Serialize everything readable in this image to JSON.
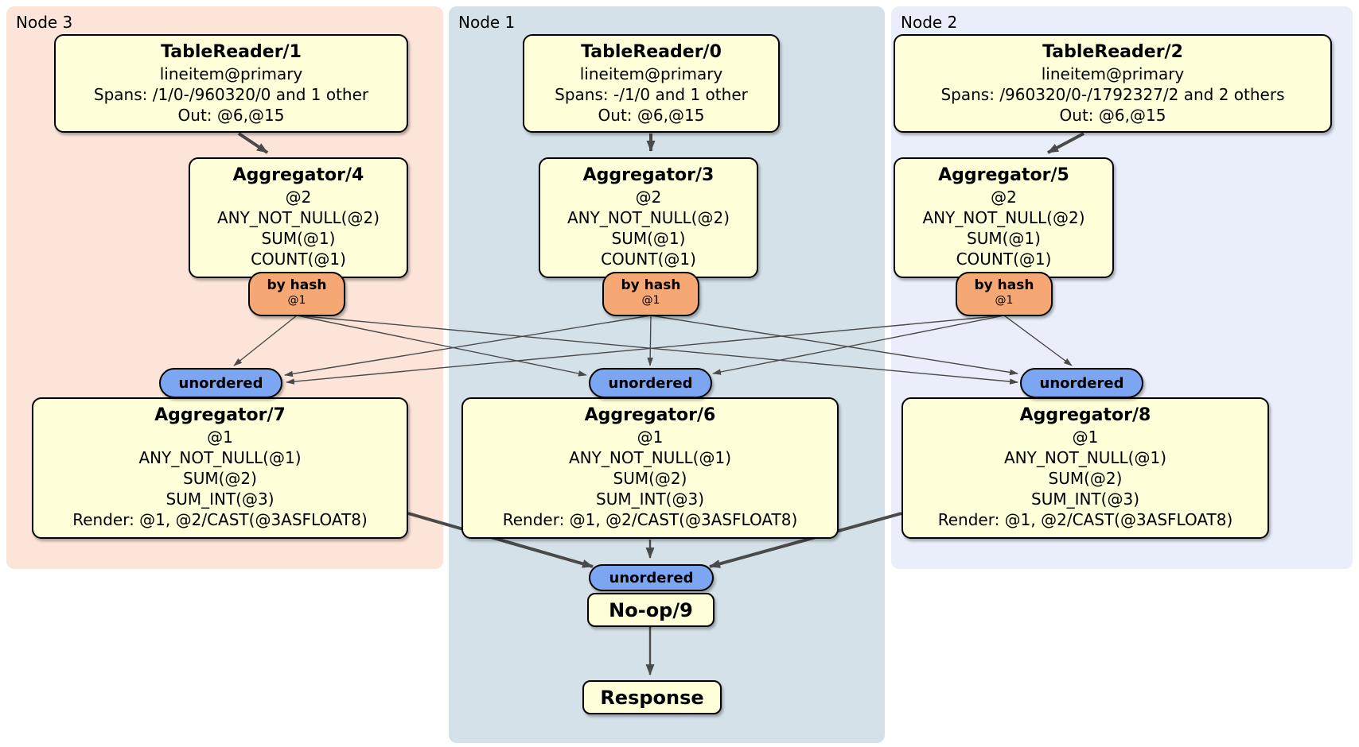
{
  "colors": {
    "page_bg": "#ffffff",
    "node3_bg": "#fce4d8",
    "node1_bg": "#d4e1e9",
    "node2_bg": "#e9eefa",
    "box_fill": "#ffffd9",
    "box_border": "#000000",
    "hash_fill": "#f5a873",
    "stream_fill": "#7da6f2",
    "edge_color": "#4a4a4a",
    "text_color": "#000000"
  },
  "node3": {
    "label": "Node 3",
    "tablereader": {
      "title": "TableReader/1",
      "index": "lineitem@primary",
      "spans": "Spans: /1/0-/960320/0 and 1 other",
      "out": "Out: @6,@15"
    },
    "aggregator_top": {
      "title": "Aggregator/4",
      "group": "@2",
      "lines": [
        "ANY_NOT_NULL(@2)",
        "SUM(@1)",
        "COUNT(@1)"
      ]
    },
    "by_hash": {
      "label": "by hash",
      "detail": "@1"
    },
    "unordered": {
      "label": "unordered"
    },
    "aggregator_bottom": {
      "title": "Aggregator/7",
      "group": "@1",
      "lines": [
        "ANY_NOT_NULL(@1)",
        "SUM(@2)",
        "SUM_INT(@3)"
      ],
      "render": "Render: @1, @2/CAST(@3ASFLOAT8)"
    }
  },
  "node1": {
    "label": "Node 1",
    "tablereader": {
      "title": "TableReader/0",
      "index": "lineitem@primary",
      "spans": "Spans: -/1/0 and 1 other",
      "out": "Out: @6,@15"
    },
    "aggregator_top": {
      "title": "Aggregator/3",
      "group": "@2",
      "lines": [
        "ANY_NOT_NULL(@2)",
        "SUM(@1)",
        "COUNT(@1)"
      ]
    },
    "by_hash": {
      "label": "by hash",
      "detail": "@1"
    },
    "unordered": {
      "label": "unordered"
    },
    "aggregator_bottom": {
      "title": "Aggregator/6",
      "group": "@1",
      "lines": [
        "ANY_NOT_NULL(@1)",
        "SUM(@2)",
        "SUM_INT(@3)"
      ],
      "render": "Render: @1, @2/CAST(@3ASFLOAT8)"
    },
    "final_unordered": {
      "label": "unordered"
    },
    "noop": {
      "title": "No-op/9"
    },
    "response": {
      "title": "Response"
    }
  },
  "node2": {
    "label": "Node 2",
    "tablereader": {
      "title": "TableReader/2",
      "index": "lineitem@primary",
      "spans": "Spans: /960320/0-/1792327/2 and 2 others",
      "out": "Out: @6,@15"
    },
    "aggregator_top": {
      "title": "Aggregator/5",
      "group": "@2",
      "lines": [
        "ANY_NOT_NULL(@2)",
        "SUM(@1)",
        "COUNT(@1)"
      ]
    },
    "by_hash": {
      "label": "by hash",
      "detail": "@1"
    },
    "unordered": {
      "label": "unordered"
    },
    "aggregator_bottom": {
      "title": "Aggregator/8",
      "group": "@1",
      "lines": [
        "ANY_NOT_NULL(@1)",
        "SUM(@2)",
        "SUM_INT(@3)"
      ],
      "render": "Render: @1, @2/CAST(@3ASFLOAT8)"
    }
  }
}
